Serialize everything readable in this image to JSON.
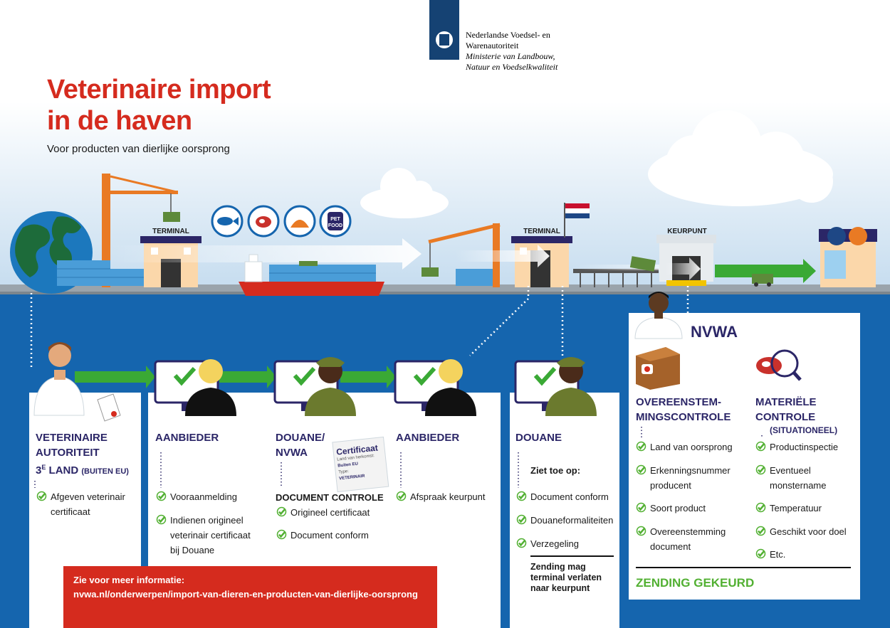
{
  "header": {
    "org_line1": "Nederlandse Voedsel- en",
    "org_line2": "Warenautoriteit",
    "ministry_line1": "Ministerie van Landbouw,",
    "ministry_line2": "Natuur en Voedselkwaliteit",
    "title_line1": "Veterinaire import",
    "title_line2": "in de haven",
    "subtitle": "Voor producten van dierlijke oorsprong"
  },
  "scene": {
    "terminal_left": "TERMINAL",
    "terminal_right": "TERMINAL",
    "keurpunt": "KEURPUNT",
    "petfood_line1": "PET",
    "petfood_line2": "FOOD"
  },
  "colors": {
    "brand_red": "#d52b1e",
    "navy": "#2b2667",
    "sea_blue": "#1565ae",
    "check_green": "#52b032",
    "arrow_green": "#3aa935"
  },
  "steps": {
    "vet": {
      "head_line1": "VETERINAIRE",
      "head_line2": "AUTORITEIT",
      "head_line3": "3",
      "head_sup": "E",
      "head_land": " LAND ",
      "head_small": "(BUITEN EU)",
      "item1_line1": "Afgeven veterinair",
      "item1_line2": "certificaat"
    },
    "aanbieder1": {
      "head": "AANBIEDER",
      "item1": "Vooraanmelding",
      "item2_line1": "Indienen origineel",
      "item2_line2": "veterinair certificaat",
      "item2_line3": "bij Douane"
    },
    "douane_nvwa": {
      "head_line1": "DOUANE/",
      "head_line2": "NVWA",
      "section": "DOCUMENT CONTROLE",
      "item1": "Origineel certificaat",
      "item2": "Document conform",
      "cert_title": "Certificaat",
      "cert_line1": "Land van herkomst:",
      "cert_line2": "Buiten EU",
      "cert_line3": "Type:",
      "cert_line4": "VETERINAIR"
    },
    "aanbieder2": {
      "head": "AANBIEDER",
      "item1": "Afspraak keurpunt"
    },
    "douane": {
      "head": "DOUANE",
      "intro": "Ziet toe op:",
      "item1": "Document conform",
      "item2": "Douaneformaliteiten",
      "item3": "Verzegeling",
      "footer_line1": "Zending mag",
      "footer_line2": "terminal verlaten",
      "footer_line3": "naar keurpunt"
    },
    "nvwa": {
      "title": "NVWA",
      "col1_head_line1": "OVEREENSTEM-",
      "col1_head_line2": "MINGSCONTROLE",
      "col1_items": [
        "Land van oorsprong",
        "Erkenningsnummer",
        "producent",
        "Soort product",
        "Overeenstemming",
        "document"
      ],
      "col2_head_line1": "MATERIËLE",
      "col2_head_line2": "CONTROLE",
      "col2_small": "(SITUATIONEEL)",
      "col2_items": [
        "Productinspectie",
        "Eventueel",
        "monstername",
        "Temperatuur",
        "Geschikt voor doel",
        "Etc."
      ],
      "result": "ZENDING GEKEURD"
    }
  },
  "info": {
    "line1": "Zie voor meer informatie:",
    "line2": "nvwa.nl/onderwerpen/import-van-dieren-en-producten-van-dierlijke-oorsprong"
  }
}
